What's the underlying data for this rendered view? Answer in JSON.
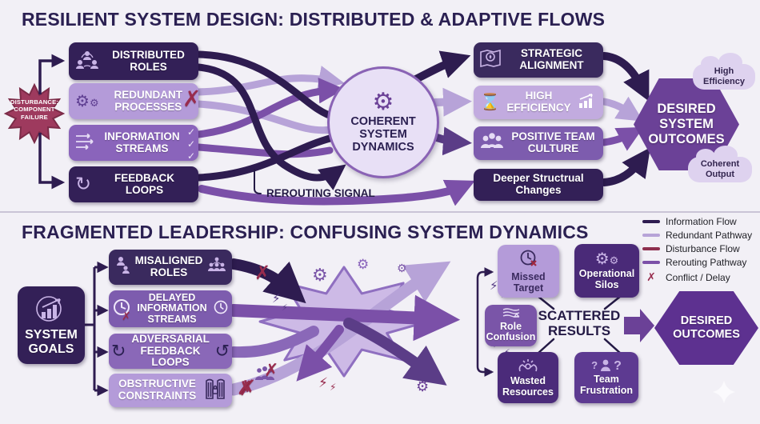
{
  "titles": {
    "top": "RESILIENT SYSTEM DESIGN: DISTRIBUTED & ADAPTIVE FLOWS",
    "bottom": "FRAGMENTED LEADERSHIP: CONFUSING SYSTEM DYNAMICS"
  },
  "resilient": {
    "disturbance_label": "DISTURBANCE:\nCOMPONENT\nFAILURE",
    "inputs": [
      {
        "label": "DISTRIBUTED ROLES",
        "icon": "people-network-icon"
      },
      {
        "label": "REDUNDANT PROCESSES",
        "icon": "gears-arrow-icon",
        "mark": "✗"
      },
      {
        "label": "INFORMATION STREAMS",
        "icon": "streams-arrows-icon",
        "marks": "✓\n✓\n✓"
      },
      {
        "label": "FEEDBACK LOOPS",
        "icon": "loop-arrows-icon"
      }
    ],
    "center_label": "COHERENT\nSYSTEM\nDYNAMICS",
    "rerouting_label": "REROUTING SIGNAL",
    "outputs": [
      {
        "label": "STRATEGIC ALIGNMENT",
        "icon": "map-compass-icon"
      },
      {
        "label": "HIGH EFFICIENCY",
        "icon": "hourglass-icon",
        "icon2": "growth-chart-icon"
      },
      {
        "label": "POSITIVE TEAM CULTURE",
        "icon": "happy-team-icon"
      },
      {
        "label": "Deeper Structrual Changes"
      }
    ],
    "outcome_label": "DESIRED\nSYSTEM\nOUTCOMES",
    "clouds": [
      {
        "label": "High\nEfficiency"
      },
      {
        "label": "Coherent\nOutput"
      }
    ]
  },
  "fragmented": {
    "goal_label": "SYSTEM\nGOALS",
    "inputs": [
      {
        "label": "MISALIGNED ROLES",
        "icon": "scattered-people-icon"
      },
      {
        "label": "DELAYED INFORMATION STREAMS",
        "icon": "clock-delay-icon"
      },
      {
        "label": "ADVERSARIAL FEEDBACK LOOPS",
        "icon": "opposing-loops-icon"
      },
      {
        "label": "OBSTRUCTIVE CONSTRAINTS",
        "icon": "locked-gate-icon"
      }
    ],
    "scattered_label": "SCATTERED\nRESULTS",
    "results": [
      {
        "label": "Missed\nTarget",
        "icon": "clock-x-icon"
      },
      {
        "label": "Operational\nSilos",
        "icon": "gears-icon"
      },
      {
        "label": "Role\nConfusion",
        "icon": "layers-icon"
      },
      {
        "label": "Wasted\nResources",
        "icon": "open-hands-icon"
      },
      {
        "label": "Team\nFrustration",
        "icon": "person-question-icon"
      }
    ],
    "outcome_label": "DESIRED\nOUTCOMES"
  },
  "legend": {
    "items": [
      {
        "label": "Information Flow",
        "color": "#2e1c50",
        "type": "line"
      },
      {
        "label": "Redundant Pathway",
        "color": "#b7a3d8",
        "type": "line"
      },
      {
        "label": "Disturbance Flow",
        "color": "#8e2f4e",
        "type": "line"
      },
      {
        "label": "Rerouting Pathway",
        "color": "#7b50a8",
        "type": "line"
      },
      {
        "label": "Conflict / Delay",
        "color": "#982c4e",
        "type": "x",
        "symbol": "✗"
      }
    ]
  },
  "glyphs": {
    "gear": "⚙",
    "cw": "↻",
    "ccw": "↺",
    "hourglass": "⌛",
    "bolt": "⚡",
    "target": "◎",
    "x": "✗"
  },
  "colors": {
    "background": "#f2f0f6",
    "title": "#2b2052",
    "box_dark": "#332057",
    "box_medium": "#8a64bb",
    "box_light": "#b49bd9",
    "disturbance_star": "#9e3a5e",
    "hexagon_top": "#6b4197",
    "hexagon_bottom": "#5d3190",
    "burst": "#cdbae6"
  }
}
